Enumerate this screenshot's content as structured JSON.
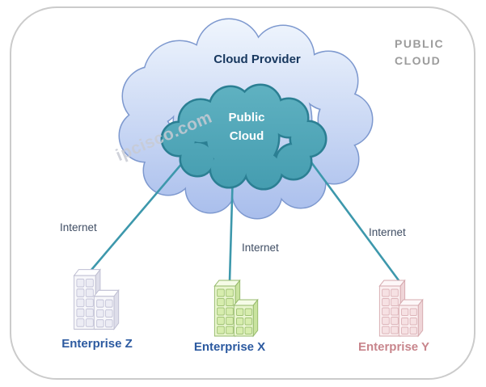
{
  "diagram": {
    "corner_label_line1": "PUBLIC",
    "corner_label_line2": "CLOUD",
    "outer_cloud_label": "Cloud Provider",
    "inner_cloud_label_line1": "Public",
    "inner_cloud_label_line2": "Cloud",
    "watermark": "ipcisco.com",
    "links": [
      {
        "label": "Internet"
      },
      {
        "label": "Internet"
      },
      {
        "label": "Internet"
      }
    ],
    "enterprises": [
      {
        "label": "Enterprise Z",
        "color_theme": "white"
      },
      {
        "label": "Enterprise X",
        "color_theme": "green"
      },
      {
        "label": "Enterprise Y",
        "color_theme": "pink"
      }
    ]
  },
  "colors": {
    "frame-border": "#cbcbcb",
    "outer-cloud-top": "#eff5fd",
    "outer-cloud-bottom": "#a9beec",
    "outer-cloud-border": "#7e99cf",
    "inner-cloud-top": "#5fb1c1",
    "inner-cloud-bottom": "#459db0",
    "inner-cloud-border": "#2b7f93",
    "link-line": "#3d98ac",
    "provider-text": "#17375e",
    "public-text": "#ffffff",
    "corner-text": "#9c9c9c",
    "internet-text": "#3f4d63",
    "enterprise-blue": "#2c5aa0",
    "enterprise-pink": "#c8858c",
    "watermark-text": "#c8cbd4"
  }
}
